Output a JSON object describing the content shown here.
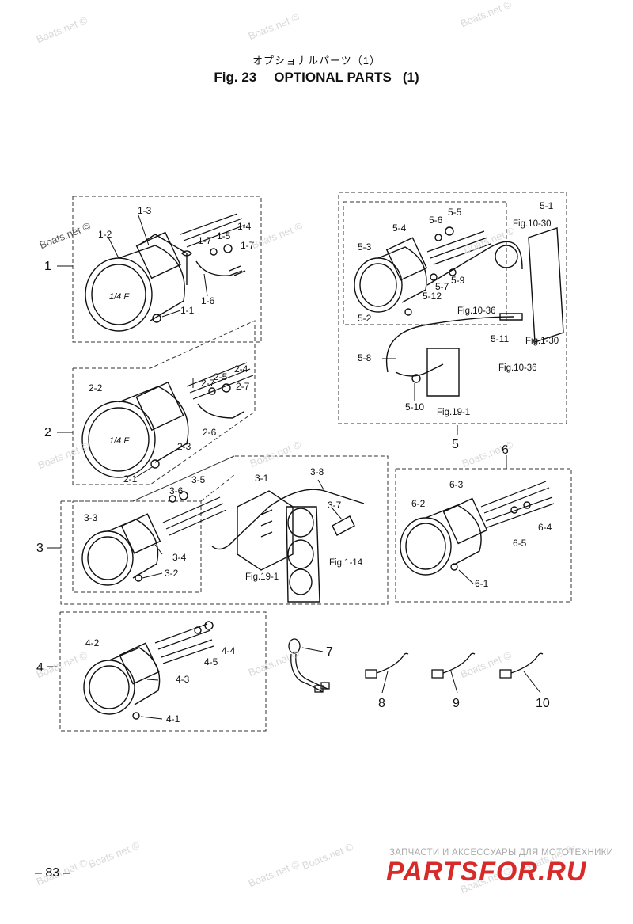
{
  "header": {
    "title_jp": "オプショナルパーツ（1）",
    "fig_label": "Fig. 23",
    "title_main": "OPTIONAL PARTS",
    "title_num": "(1)"
  },
  "watermarks": [
    "Boats.net ©",
    "Boats.net ©",
    "Boats.net ©",
    "Boats.net ©",
    "Boats.net ©",
    "Boats.net ©",
    "Boats.net ©",
    "Boats.net ©",
    "Boats.net ©",
    "Boats.net ©",
    "Boats.net ©",
    "Boats.net ©",
    "Boats.net ©",
    "Boats.net ©",
    "Boats.net ©",
    "Boats.net ©",
    "Boats.net ©",
    "Boats.net ©"
  ],
  "groups": [
    "1",
    "2",
    "3",
    "4",
    "5",
    "6",
    "7",
    "8",
    "9",
    "10"
  ],
  "callouts": {
    "g1": [
      "1-1",
      "1-2",
      "1-3",
      "1-4",
      "1-5",
      "1-6",
      "1-7",
      "1-7"
    ],
    "g2": [
      "2-1",
      "2-2",
      "2-3",
      "2-4",
      "2-5",
      "2-6",
      "2-7",
      "2-7"
    ],
    "g3": [
      "3-1",
      "3-2",
      "3-3",
      "3-4",
      "3-5",
      "3-6",
      "3-7",
      "3-8"
    ],
    "g4": [
      "4-1",
      "4-2",
      "4-3",
      "4-4",
      "4-5"
    ],
    "g5": [
      "5-1",
      "5-2",
      "5-3",
      "5-4",
      "5-5",
      "5-6",
      "5-7",
      "5-8",
      "5-9",
      "5-10",
      "5-11",
      "5-12"
    ],
    "g6": [
      "6-1",
      "6-2",
      "6-3",
      "6-4",
      "6-5"
    ]
  },
  "refs": {
    "fig10_30": "Fig.10-30",
    "fig10_36a": "Fig.10-36",
    "fig10_36b": "Fig.10-36",
    "fig1_30": "Fig.1-30",
    "fig19_1a": "Fig.19-1",
    "fig19_1b": "Fig.19-1",
    "fig1_14": "Fig.1-14"
  },
  "footer": {
    "page": "– 83 –",
    "brand_sub": "ЗАПЧАСТИ И АКСЕССУАРЫ ДЛЯ МОТОТЕХНИКИ",
    "brand": "PARTSFOR.RU"
  }
}
